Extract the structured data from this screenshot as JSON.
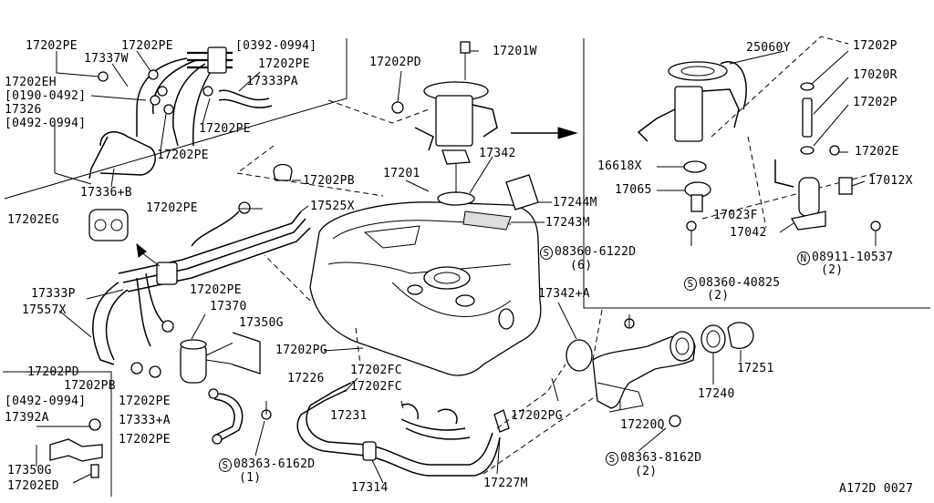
{
  "labels": {
    "p17202pe_a": "17202PE",
    "p17202pe_b": "17202PE",
    "p0392_0994": "[0392-0994]",
    "p17337w": "17337W",
    "p17202eh": "17202EH",
    "p0190_0492": "[0190-0492]",
    "p17326": "17326",
    "p0492_0994_a": "[0492-0994]",
    "p17202pe_c": "17202PE",
    "p17333pa": "17333PA",
    "p17202pe_d": "17202PE",
    "p17202pe_e": "17202PE",
    "p17336b": "17336+B",
    "p17202pd_a": "17202PD",
    "p17201w": "17201W",
    "p17342": "17342",
    "p17202pb_a": "17202PB",
    "p17201": "17201",
    "p17202pe_f": "17202PE",
    "p17525x": "17525X",
    "p17244m": "17244M",
    "p17243m": "17243M",
    "p17202eg": "17202EG",
    "p08360_6122d": "08360-6122D",
    "p6": "(6)",
    "p17333p": "17333P",
    "p17202pe_g": "17202PE",
    "p17557x": "17557X",
    "p17370": "17370",
    "p17350g_a": "17350G",
    "p17342a": "17342+A",
    "p17202pg_a": "17202PG",
    "p17202pd_b": "17202PD",
    "p17202pb_b": "17202PB",
    "p17226": "17226",
    "p17202fc_a": "17202FC",
    "p17202fc_b": "17202FC",
    "p0492_0994_b": "[0492-0994]",
    "p17202pe_h": "17202PE",
    "p17392a": "17392A",
    "p17333a": "17333+A",
    "p17231": "17231",
    "p17202pg_b": "17202PG",
    "p17202pe_i": "17202PE",
    "p17220q": "17220Q",
    "p17350g_b": "17350G",
    "p08363_6162d": "08363-6162D",
    "p1_a": "(1)",
    "p08363_8162d": "08363-8162D",
    "p2_c": "(2)",
    "p17202ed": "17202ED",
    "p17314": "17314",
    "p17227m": "17227M",
    "p17240": "17240",
    "p17251": "17251",
    "p25060y": "25060Y",
    "p17202p_a": "17202P",
    "p17020r": "17020R",
    "p17202p_b": "17202P",
    "p17202e": "17202E",
    "p16618x": "16618X",
    "p17065": "17065",
    "p17012x": "17012X",
    "p17023f": "17023F",
    "p17042": "17042",
    "p08911_10537": "08911-10537",
    "p2_a": "(2)",
    "p08360_40825": "08360-40825",
    "p2_b": "(2)"
  },
  "symbols": {
    "screw_standard": "S",
    "nut_standard": "N"
  },
  "footer": {
    "code": "A172D 0027"
  }
}
